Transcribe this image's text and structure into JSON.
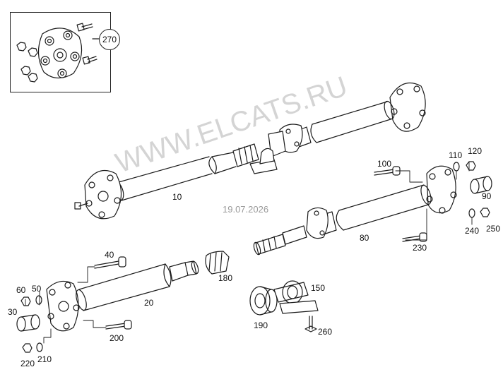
{
  "inset": {
    "callout": "270"
  },
  "parts": [
    {
      "key": "p10",
      "label": "10"
    },
    {
      "key": "p20",
      "label": "20"
    },
    {
      "key": "p30",
      "label": "30"
    },
    {
      "key": "p40",
      "label": "40"
    },
    {
      "key": "p50",
      "label": "50"
    },
    {
      "key": "p60",
      "label": "60"
    },
    {
      "key": "p80",
      "label": "80"
    },
    {
      "key": "p90",
      "label": "90"
    },
    {
      "key": "p100",
      "label": "100"
    },
    {
      "key": "p110",
      "label": "110"
    },
    {
      "key": "p120",
      "label": "120"
    },
    {
      "key": "p150",
      "label": "150"
    },
    {
      "key": "p180",
      "label": "180"
    },
    {
      "key": "p190",
      "label": "190"
    },
    {
      "key": "p200",
      "label": "200"
    },
    {
      "key": "p210",
      "label": "210"
    },
    {
      "key": "p220",
      "label": "220"
    },
    {
      "key": "p230",
      "label": "230"
    },
    {
      "key": "p240",
      "label": "240"
    },
    {
      "key": "p250",
      "label": "250"
    },
    {
      "key": "p260",
      "label": "260"
    }
  ],
  "watermark": {
    "text": "WWW.ELCATS.RU",
    "date": "19.07.2026"
  }
}
